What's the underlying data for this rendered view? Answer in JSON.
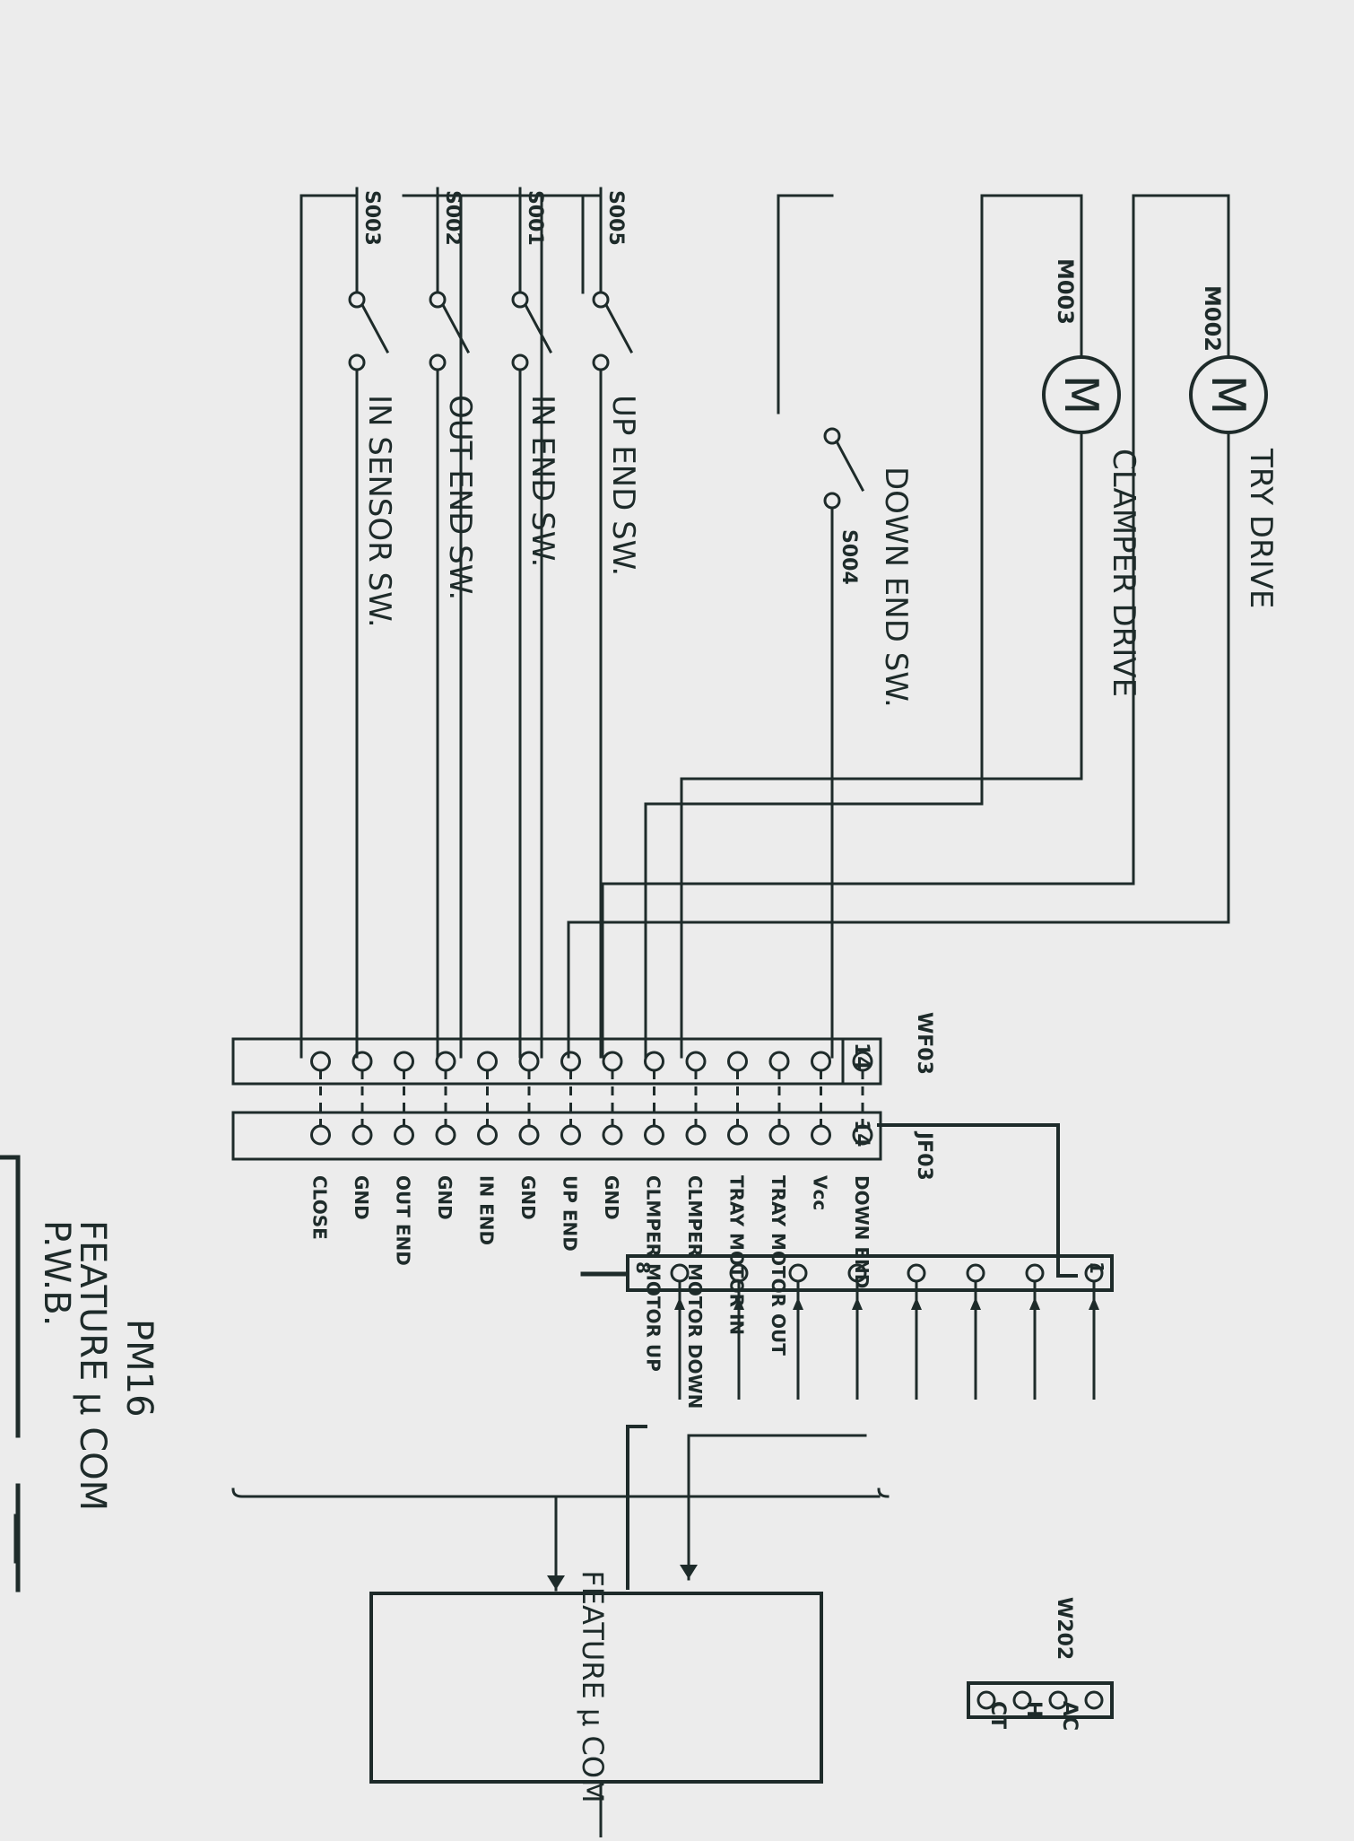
{
  "motors": [
    {
      "id": "M002",
      "symbol": "M",
      "label": "TRY DRIVE"
    },
    {
      "id": "M003",
      "symbol": "M",
      "label": "CLAMPER DRIVE"
    }
  ],
  "switches": [
    {
      "id": "S004",
      "label": "DOWN END SW."
    },
    {
      "id": "S005",
      "label": "UP END SW."
    },
    {
      "id": "S001",
      "label": "IN END SW."
    },
    {
      "id": "S002",
      "label": "OUT END SW."
    },
    {
      "id": "S003",
      "label": "IN SENSOR SW."
    }
  ],
  "connectors": {
    "wf03": {
      "id": "WF03",
      "pin_number": "14"
    },
    "jf03": {
      "id": "JF03",
      "pin_number": "14"
    },
    "w202": {
      "id": "W202",
      "pin_first": "1",
      "pin_last": "8"
    }
  },
  "pin_labels": [
    "DOWN END",
    "Vcc",
    "TRAY MOTOR OUT",
    "TRAY MOTOR IN",
    "CLMPER MOTOR DOWN",
    "CLMPER MOTOR UP",
    "GND",
    "UP END",
    "GND",
    "IN END",
    "GND",
    "OUT END",
    "GND",
    "CLOSE"
  ],
  "board": {
    "line1": "PM16",
    "line2": "FEATURE μ COM",
    "line3": "P.W.B."
  },
  "ucom_box": {
    "label": "FEATURE μ COM"
  },
  "side_labels": [
    "AC",
    "H",
    "CT"
  ]
}
